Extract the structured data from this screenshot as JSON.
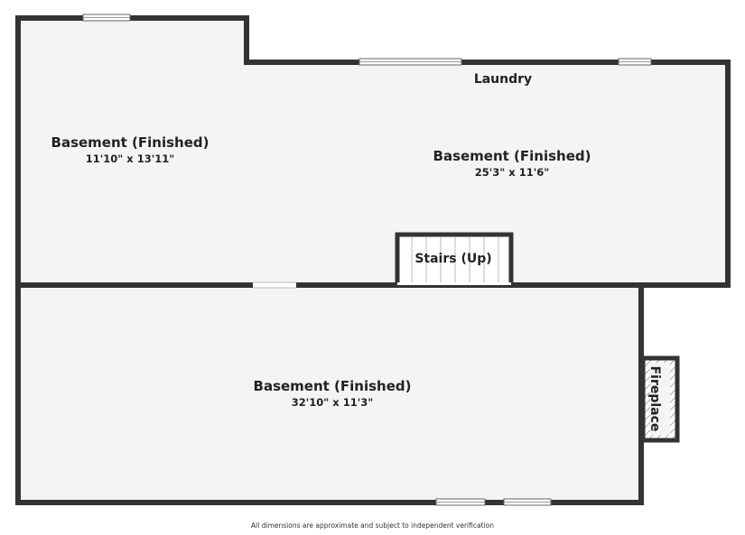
{
  "floor_plan": {
    "rooms": [
      {
        "name": "Basement (Finished)",
        "dims": "11'10\" x 13'11\""
      },
      {
        "name": "Basement (Finished)",
        "dims": "25'3\" x 11'6\""
      },
      {
        "name": "Basement (Finished)",
        "dims": "32'10\" x 11'3\""
      }
    ],
    "labels": {
      "laundry": "Laundry",
      "stairs": "Stairs (Up)",
      "fireplace": "Fireplace"
    },
    "colors": {
      "wall": "#333333",
      "floor": "#f4f4f4",
      "background": "#ffffff"
    }
  },
  "footer": {
    "disclaimer": "All dimensions are approximate and subject to independent verification"
  }
}
